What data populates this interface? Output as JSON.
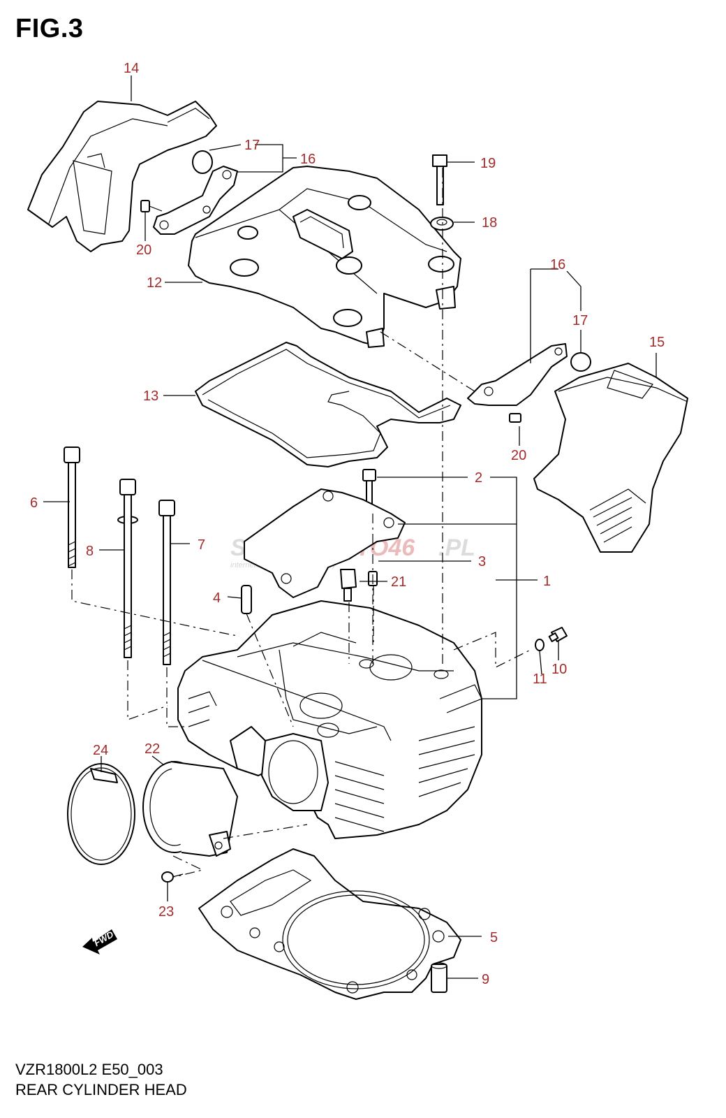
{
  "figure": {
    "title": "FIG.3",
    "model_code": "VZR1800L2 E50_003",
    "name": "REAR CYLINDER HEAD"
  },
  "watermark": {
    "brand_part1": "SKLEP",
    "brand_part2": "MOTO46",
    "brand_suffix": ".PL",
    "tagline": "internetowy sklep motocyklowy"
  },
  "fwd_label": "FWD",
  "callouts": [
    "1",
    "2",
    "3",
    "4",
    "5",
    "6",
    "7",
    "8",
    "9",
    "10",
    "11",
    "12",
    "13",
    "14",
    "15",
    "16",
    "16",
    "17",
    "17",
    "18",
    "19",
    "20",
    "20",
    "21",
    "22",
    "23",
    "24"
  ],
  "colors": {
    "callout": "#a52a2a",
    "line": "#000000",
    "background": "#ffffff"
  }
}
